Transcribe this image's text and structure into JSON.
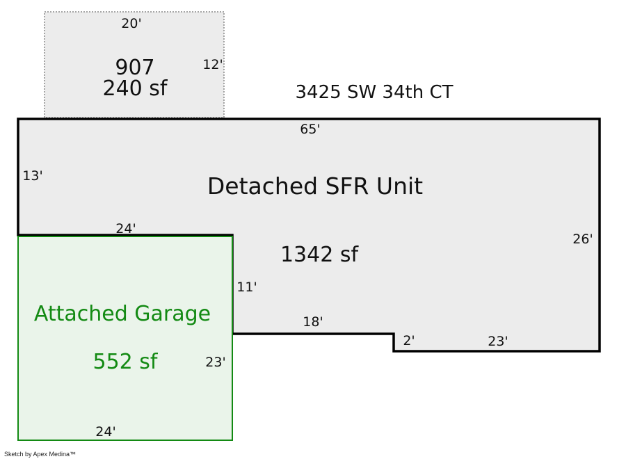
{
  "address": "3425 SW 34th CT",
  "outbuilding": {
    "code": "907",
    "area": "240 sf",
    "dims": {
      "top": "20'",
      "right": "12'"
    }
  },
  "main_unit": {
    "label": "Detached SFR Unit",
    "area": "1342 sf",
    "dims": {
      "top": "65'",
      "left": "13'",
      "right": "26'",
      "garage_top": "24'",
      "inner_vertical": "11'",
      "inner_bottom": "18'",
      "step": "2'",
      "bottom": "23'"
    }
  },
  "garage": {
    "label": "Attached Garage",
    "area": "552 sf",
    "dims": {
      "right": "23'",
      "bottom": "24'"
    }
  },
  "footer": "Sketch by Apex Medina™",
  "colors": {
    "main_fill": "#ececec",
    "garage_fill": "#eaf4ea",
    "garage_stroke": "#138a13",
    "outbuilding_stroke": "#888888"
  }
}
